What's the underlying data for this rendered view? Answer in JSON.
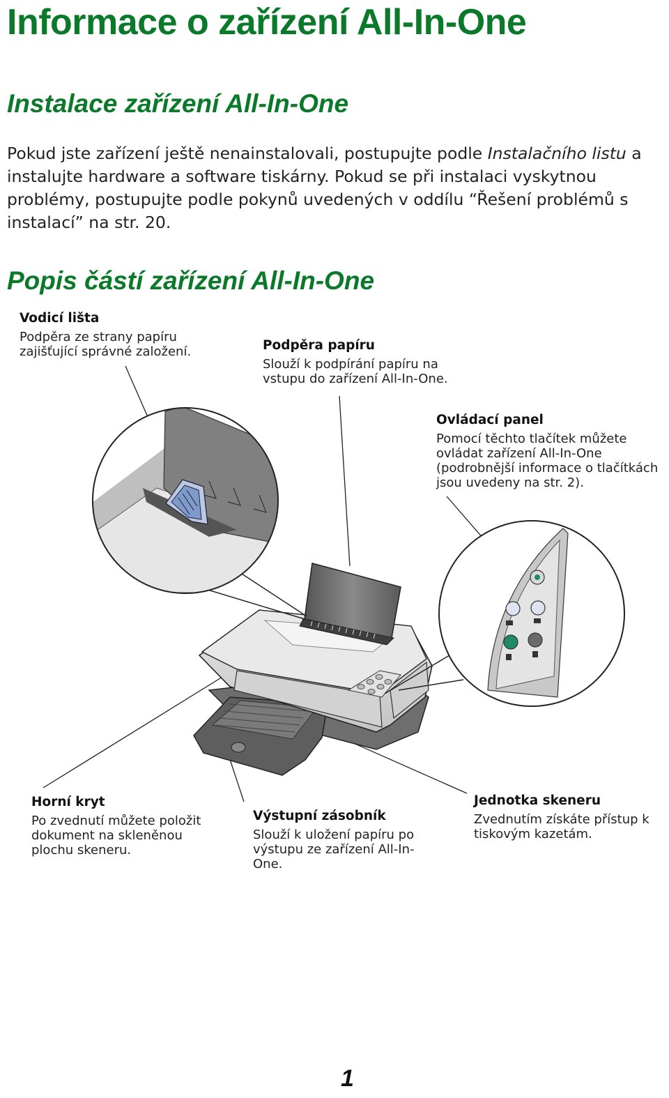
{
  "page": {
    "title": "Informace o zařízení All-In-One",
    "section1": {
      "heading": "Instalace zařízení All-In-One",
      "text_part1": "Pokud jste zařízení ještě nenainstalovali, postupujte podle ",
      "text_italic": "Instalačního listu",
      "text_part2": " a instalujte hardware a software tiskárny. Pokud se při instalaci vyskytnou problémy, postupujte podle pokynů uvedených v oddílu “Řešení problémů s instalací” na str. 20."
    },
    "section2": {
      "heading": "Popis částí zařízení All-In-One"
    },
    "callouts": {
      "vodici_lista": {
        "title": "Vodicí lišta",
        "text": "Podpěra ze strany papíru zajišťující správné založení."
      },
      "podpera_papiru": {
        "title": "Podpěra papíru",
        "text": "Slouží k podpírání papíru na vstupu do zařízení All-In-One."
      },
      "ovladaci_panel": {
        "title": "Ovládací panel",
        "text": "Pomocí těchto tlačítek můžete ovládat zařízení All-In-One (podrobnější informace o tlačítkách jsou uvedeny na str. 2)."
      },
      "horni_kryt": {
        "title": "Horní kryt",
        "text": "Po zvednutí můžete položit dokument na skleněnou plochu skeneru."
      },
      "vystupni_zasobnik": {
        "title": "Výstupní zásobník",
        "text": "Slouží k uložení papíru po výstupu ze zařízení All-In-One."
      },
      "jednotka_skeneru": {
        "title": "Jednotka skeneru",
        "text": "Zvednutím získáte přístup k tiskovým kazetám."
      }
    },
    "page_number": "1",
    "colors": {
      "heading_green": "#0a7a2a",
      "panel_button_green": "#1f8a6a"
    }
  }
}
